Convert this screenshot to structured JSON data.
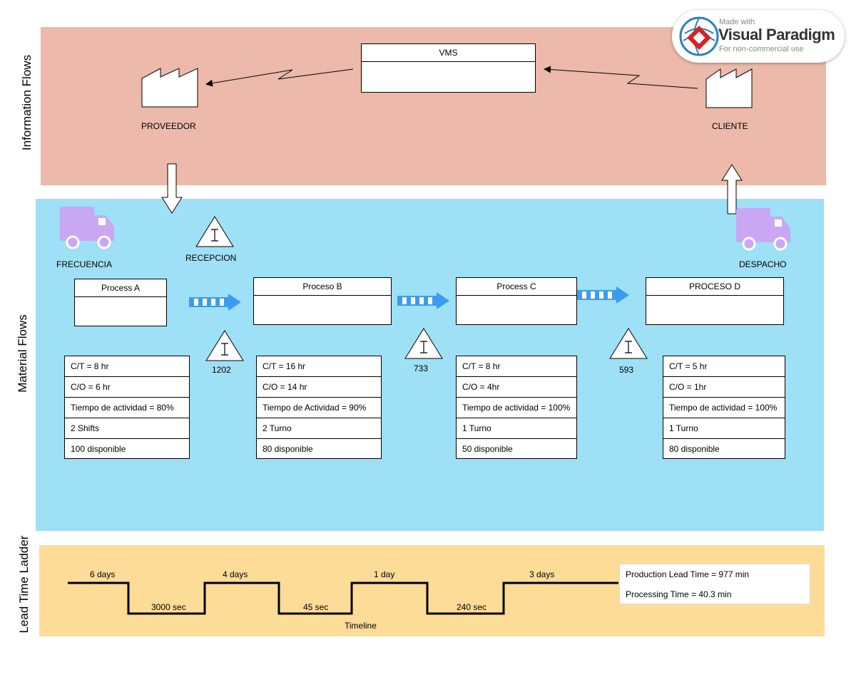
{
  "colors": {
    "info_lane": "#ecb9aa",
    "material_lane": "#9ee0f5",
    "leadtime_lane": "#fddc98",
    "truck": "#c9a7f3",
    "push_arrow": "#3b9bf0",
    "brand_red": "#d2232a",
    "brand_blue": "#2a7fc0"
  },
  "lanes": {
    "info": "Information Flows",
    "material": "Material Flows",
    "leadtime": "Lead Time Ladder"
  },
  "badge": {
    "made_with": "Made with",
    "brand": "Visual Paradigm",
    "note": "For non-commercial use",
    "icon": "visual-paradigm-logo"
  },
  "info_flow": {
    "control": "VMS",
    "supplier": "PROVEEDOR",
    "customer": "CLIENTE"
  },
  "material_flow": {
    "frequency": "FRECUENCIA",
    "receiving": "RECEPCION",
    "shipping": "DESPACHO",
    "processes": [
      {
        "title": "Process A",
        "rows": [
          "C/T =  8 hr",
          "C/O = 6 hr",
          "Tiempo de actividad = 80%",
          "2 Shifts",
          "100 disponible"
        ]
      },
      {
        "title": "Proceso B",
        "rows": [
          "C/T = 16 hr",
          "C/O = 14 hr",
          "Tiempo de Actividad = 90%",
          "2 Turno",
          "80 disponible"
        ]
      },
      {
        "title": "Process C",
        "rows": [
          "C/T = 8 hr",
          "C/O = 4hr",
          "Tiempo de actividad = 100%",
          "1 Turno",
          "50 disponible"
        ]
      },
      {
        "title": "PROCESO D",
        "rows": [
          "C/T = 5 hr",
          "C/O = 1hr",
          "Tiempo de actividad = 100%",
          "1 Turno",
          "80 disponible"
        ]
      }
    ],
    "inventory": [
      "1202",
      "733",
      "593"
    ]
  },
  "timeline": {
    "days": [
      "6 days",
      "4 days",
      "1 day",
      "3 days"
    ],
    "times": [
      "3000 sec",
      "45 sec",
      "240 sec"
    ],
    "label": "Timeline",
    "production_lead_time": "Production Lead Time = 977 min",
    "processing_time": "Processing Time = 40.3 min"
  }
}
